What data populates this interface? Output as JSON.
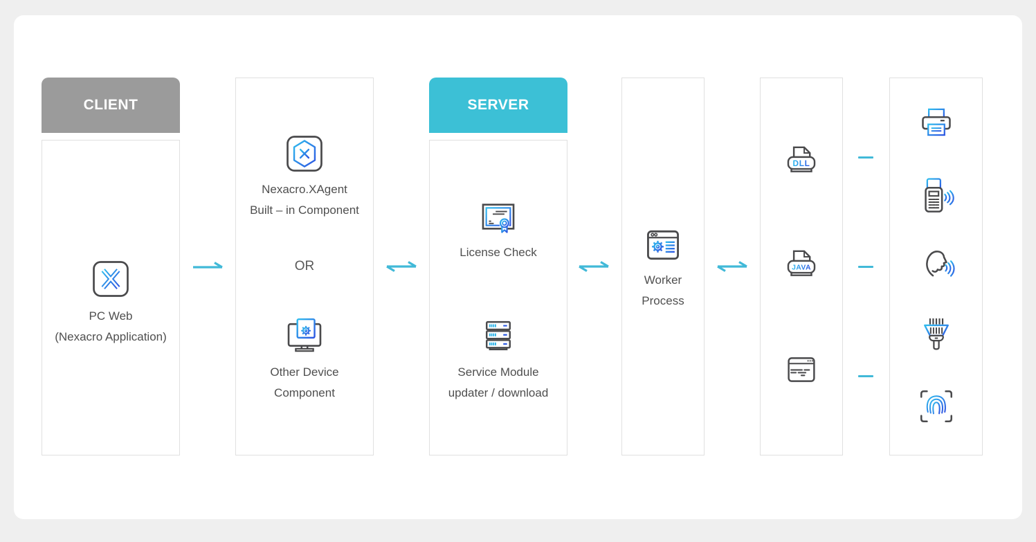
{
  "palette": {
    "page_bg": "#efefef",
    "panel_bg": "#ffffff",
    "client_header_bg": "#9b9b9b",
    "server_header_bg": "#3cc0d6",
    "header_text": "#ffffff",
    "label_text": "#4f4f4f",
    "arrow": "#41b9d8",
    "icon_dark": "#4a4a4c",
    "icon_blue_start": "#30bcee",
    "icon_blue_end": "#2d55e2"
  },
  "client": {
    "header": "CLIENT",
    "label_line1": "PC Web",
    "label_line2": "(Nexacro Application)"
  },
  "agent": {
    "top_label_line1": "Nexacro.XAgent",
    "top_label_line2": "Built – in Component",
    "or": "OR",
    "bottom_label_line1": "Other Device",
    "bottom_label_line2": "Component"
  },
  "server": {
    "header": "SERVER",
    "license_label": "License Check",
    "service_label_line1": "Service Module",
    "service_label_line2": "updater / download"
  },
  "worker": {
    "label_line1": "Worker",
    "label_line2": "Process"
  },
  "modules": {
    "dll_text": "DLL",
    "java_text": "JAVA"
  },
  "devices": {
    "icon_names": [
      "printer-icon",
      "card-terminal-icon",
      "voice-recognition-icon",
      "barcode-scanner-icon",
      "fingerprint-scanner-icon"
    ]
  }
}
